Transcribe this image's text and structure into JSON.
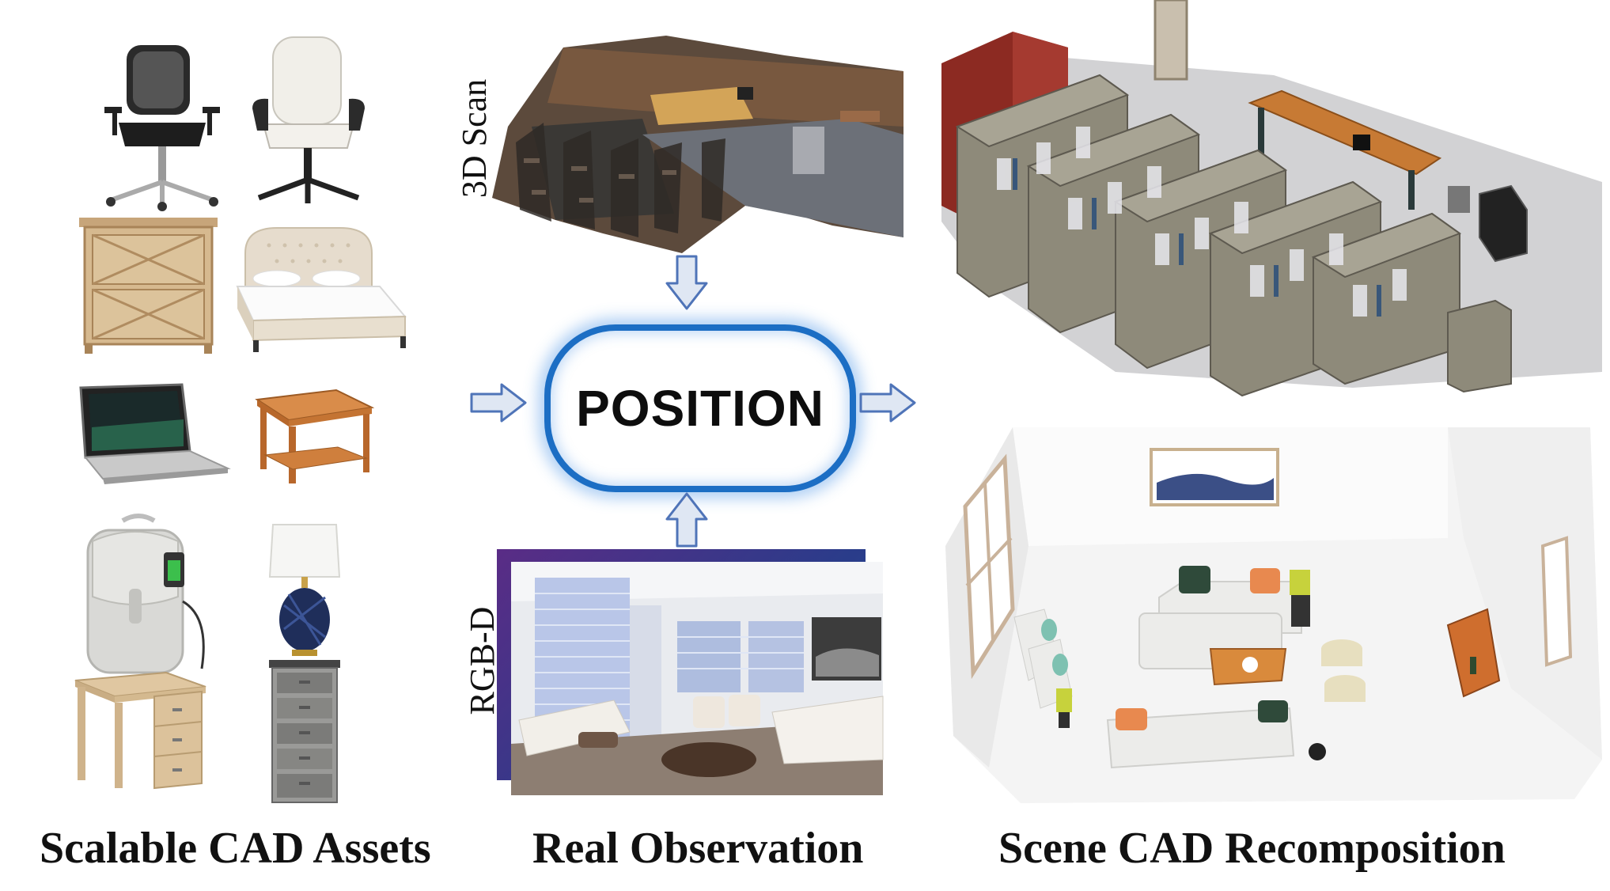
{
  "captions": {
    "left": "Scalable CAD Assets",
    "middle": "Real Observation",
    "right": "Scene CAD Recomposition"
  },
  "center_label": "POSITION",
  "side_labels": {
    "scan": "3D Scan",
    "rgbd": "RGB-D"
  },
  "colors": {
    "arrow_fill": "#dfe7f3",
    "arrow_stroke": "#4f74b8",
    "box_border": "#1c6ec4"
  },
  "assets": [
    "office-chair",
    "white-leather-chair",
    "wooden-dresser",
    "upholstered-bed",
    "laptop",
    "wooden-side-table",
    "backpack",
    "table-lamp",
    "wooden-desk",
    "fabric-storage-tower"
  ],
  "right_scenes": [
    "library-scene",
    "living-room-scene"
  ]
}
